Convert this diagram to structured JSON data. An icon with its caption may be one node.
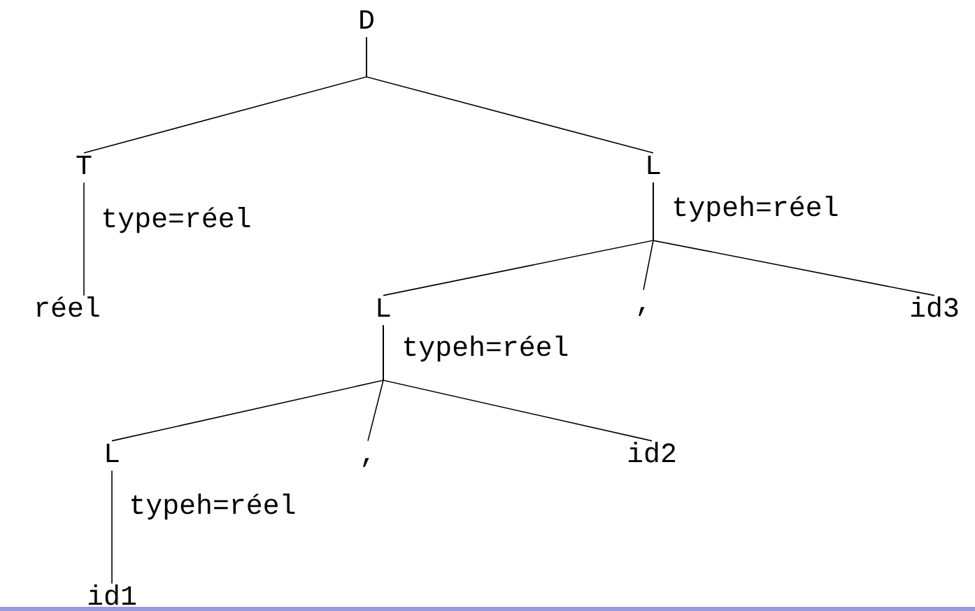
{
  "diagram": {
    "nodes": [
      {
        "text": [
          "D"
        ]
      },
      {
        "text": [
          "T"
        ],
        "beside": [
          "type=réel"
        ]
      },
      {
        "text": [
          "L"
        ],
        "beside": [
          "typeh=réel"
        ]
      },
      {
        "text": [
          "réel"
        ]
      },
      {
        "text": [
          "L"
        ],
        "beside": [
          "typeh=réel"
        ]
      },
      {
        "text": [
          ","
        ]
      },
      {
        "text": [
          "id3"
        ]
      },
      {
        "text": [
          "L"
        ],
        "beside": [
          "typeh=réel"
        ]
      },
      {
        "text": [
          ","
        ]
      },
      {
        "text": [
          "id2"
        ]
      },
      {
        "text": [
          "id1"
        ]
      }
    ],
    "edges": [
      {
        "from": 0,
        "to": 1,
        "arrow": "none"
      },
      {
        "from": 0,
        "to": 2,
        "arrow": "none"
      },
      {
        "from": 1,
        "to": 3,
        "arrow": "none"
      },
      {
        "from": 2,
        "to": 4,
        "arrow": "none"
      },
      {
        "from": 2,
        "to": 5,
        "arrow": "none"
      },
      {
        "from": 2,
        "to": 6,
        "arrow": "none"
      },
      {
        "from": 4,
        "to": 7,
        "arrow": "none"
      },
      {
        "from": 4,
        "to": 8,
        "arrow": "none"
      },
      {
        "from": 4,
        "to": 9,
        "arrow": "none"
      },
      {
        "from": 7,
        "to": 10,
        "arrow": "none"
      }
    ]
  }
}
